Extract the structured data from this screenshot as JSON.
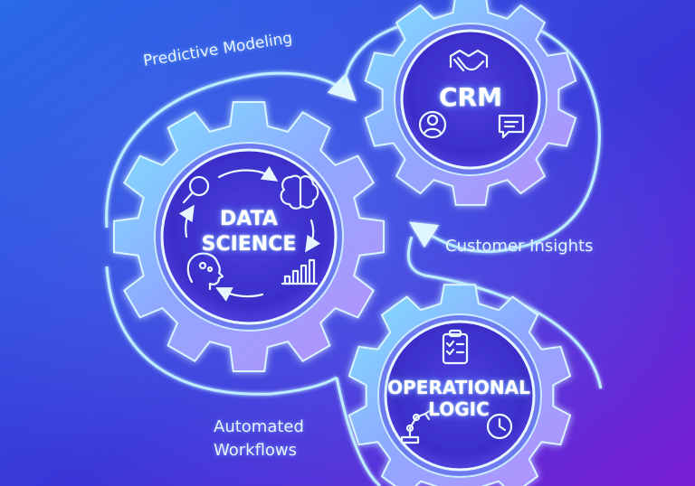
{
  "gears": [
    {
      "id": "data-science",
      "lines": [
        "DATA",
        "SCIENCE"
      ]
    },
    {
      "id": "crm",
      "lines": [
        "CRM"
      ]
    },
    {
      "id": "operational-logic",
      "lines": [
        "OPERATIONAL",
        "LOGIC"
      ]
    }
  ],
  "labels": {
    "predictive_modeling": "Predictive Modeling",
    "customer_insights": "Customer Insights",
    "automated_workflows_line1": "Automated",
    "automated_workflows_line2": "Workflows"
  },
  "icons": {
    "data_science": [
      "magnifier-icon",
      "brain-icon",
      "head-profile-icon",
      "bar-chart-icon",
      "cycle-arrows-icon"
    ],
    "crm": [
      "handshake-icon",
      "user-circle-icon",
      "chat-bubble-icon"
    ],
    "operational_logic": [
      "clipboard-checklist-icon",
      "robotic-arm-icon",
      "clock-icon"
    ]
  },
  "colors": {
    "background_start": "#2a6ae8",
    "background_end": "#7a1fd6",
    "gear_light": "#7fd8ff",
    "gear_mid": "#8fa4ff",
    "gear_purple": "#b58cff",
    "glow": "#9fe6ff"
  }
}
